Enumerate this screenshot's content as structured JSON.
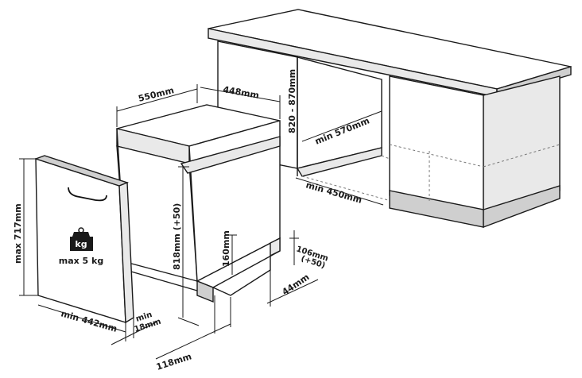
{
  "dimensions": {
    "width_depth": "550mm",
    "width_front": "448mm",
    "height_range": "820 - 870mm",
    "min_cabinet_depth": "min 570mm",
    "min_niche_width": "min 450mm",
    "appliance_height": "818mm (+50)",
    "plinth_height": "160mm",
    "plinth_offset": "106mm",
    "plinth_offset_extra": "(+50)",
    "plinth_depth": "44mm",
    "bottom_offset": "118mm",
    "door_max_height": "max 717mm",
    "door_min_width": "min 442mm",
    "door_min_thickness_a": "min",
    "door_min_thickness_b": "18mm"
  },
  "weight": {
    "icon_label": "kg",
    "max_label": "max 5 kg"
  },
  "colors": {
    "line": "#1a1a1a",
    "panel_fill": "#e9e9e9",
    "shadow_fill": "#cfcfcf",
    "weight_icon": "#1a1a1a"
  }
}
